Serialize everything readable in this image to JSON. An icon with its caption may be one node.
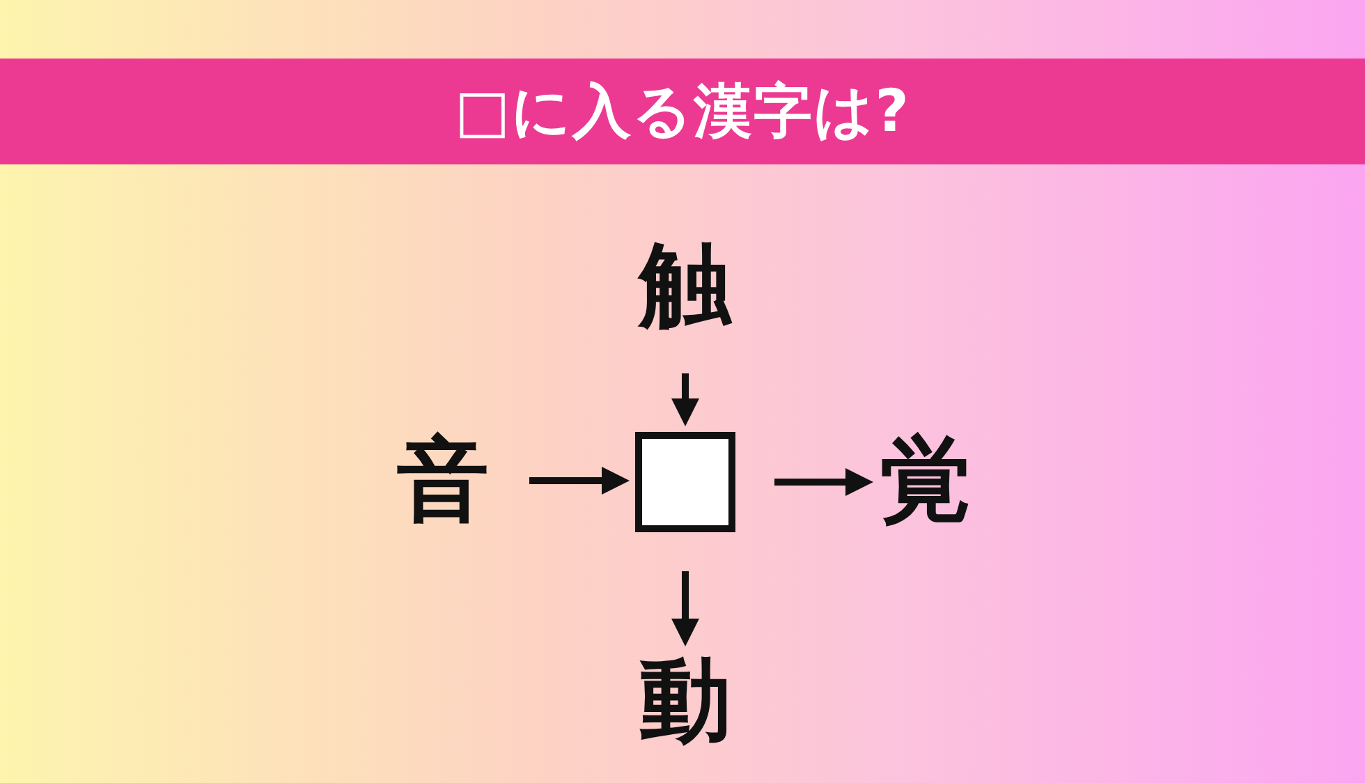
{
  "diagram": {
    "title": "□に入る漢字は?",
    "nodes": [
      {
        "text": [
          "触"
        ]
      },
      {
        "text": [
          "音"
        ]
      },
      {
        "text": [],
        "shape": "box"
      },
      {
        "text": [
          "覚"
        ]
      },
      {
        "text": [
          "動"
        ]
      }
    ],
    "edges": [
      {
        "from": 0,
        "to": 2,
        "arrow": "to"
      },
      {
        "from": 1,
        "to": 2,
        "arrow": "to"
      },
      {
        "from": 2,
        "to": 3,
        "arrow": "to"
      },
      {
        "from": 2,
        "to": 4,
        "arrow": "to"
      }
    ]
  }
}
